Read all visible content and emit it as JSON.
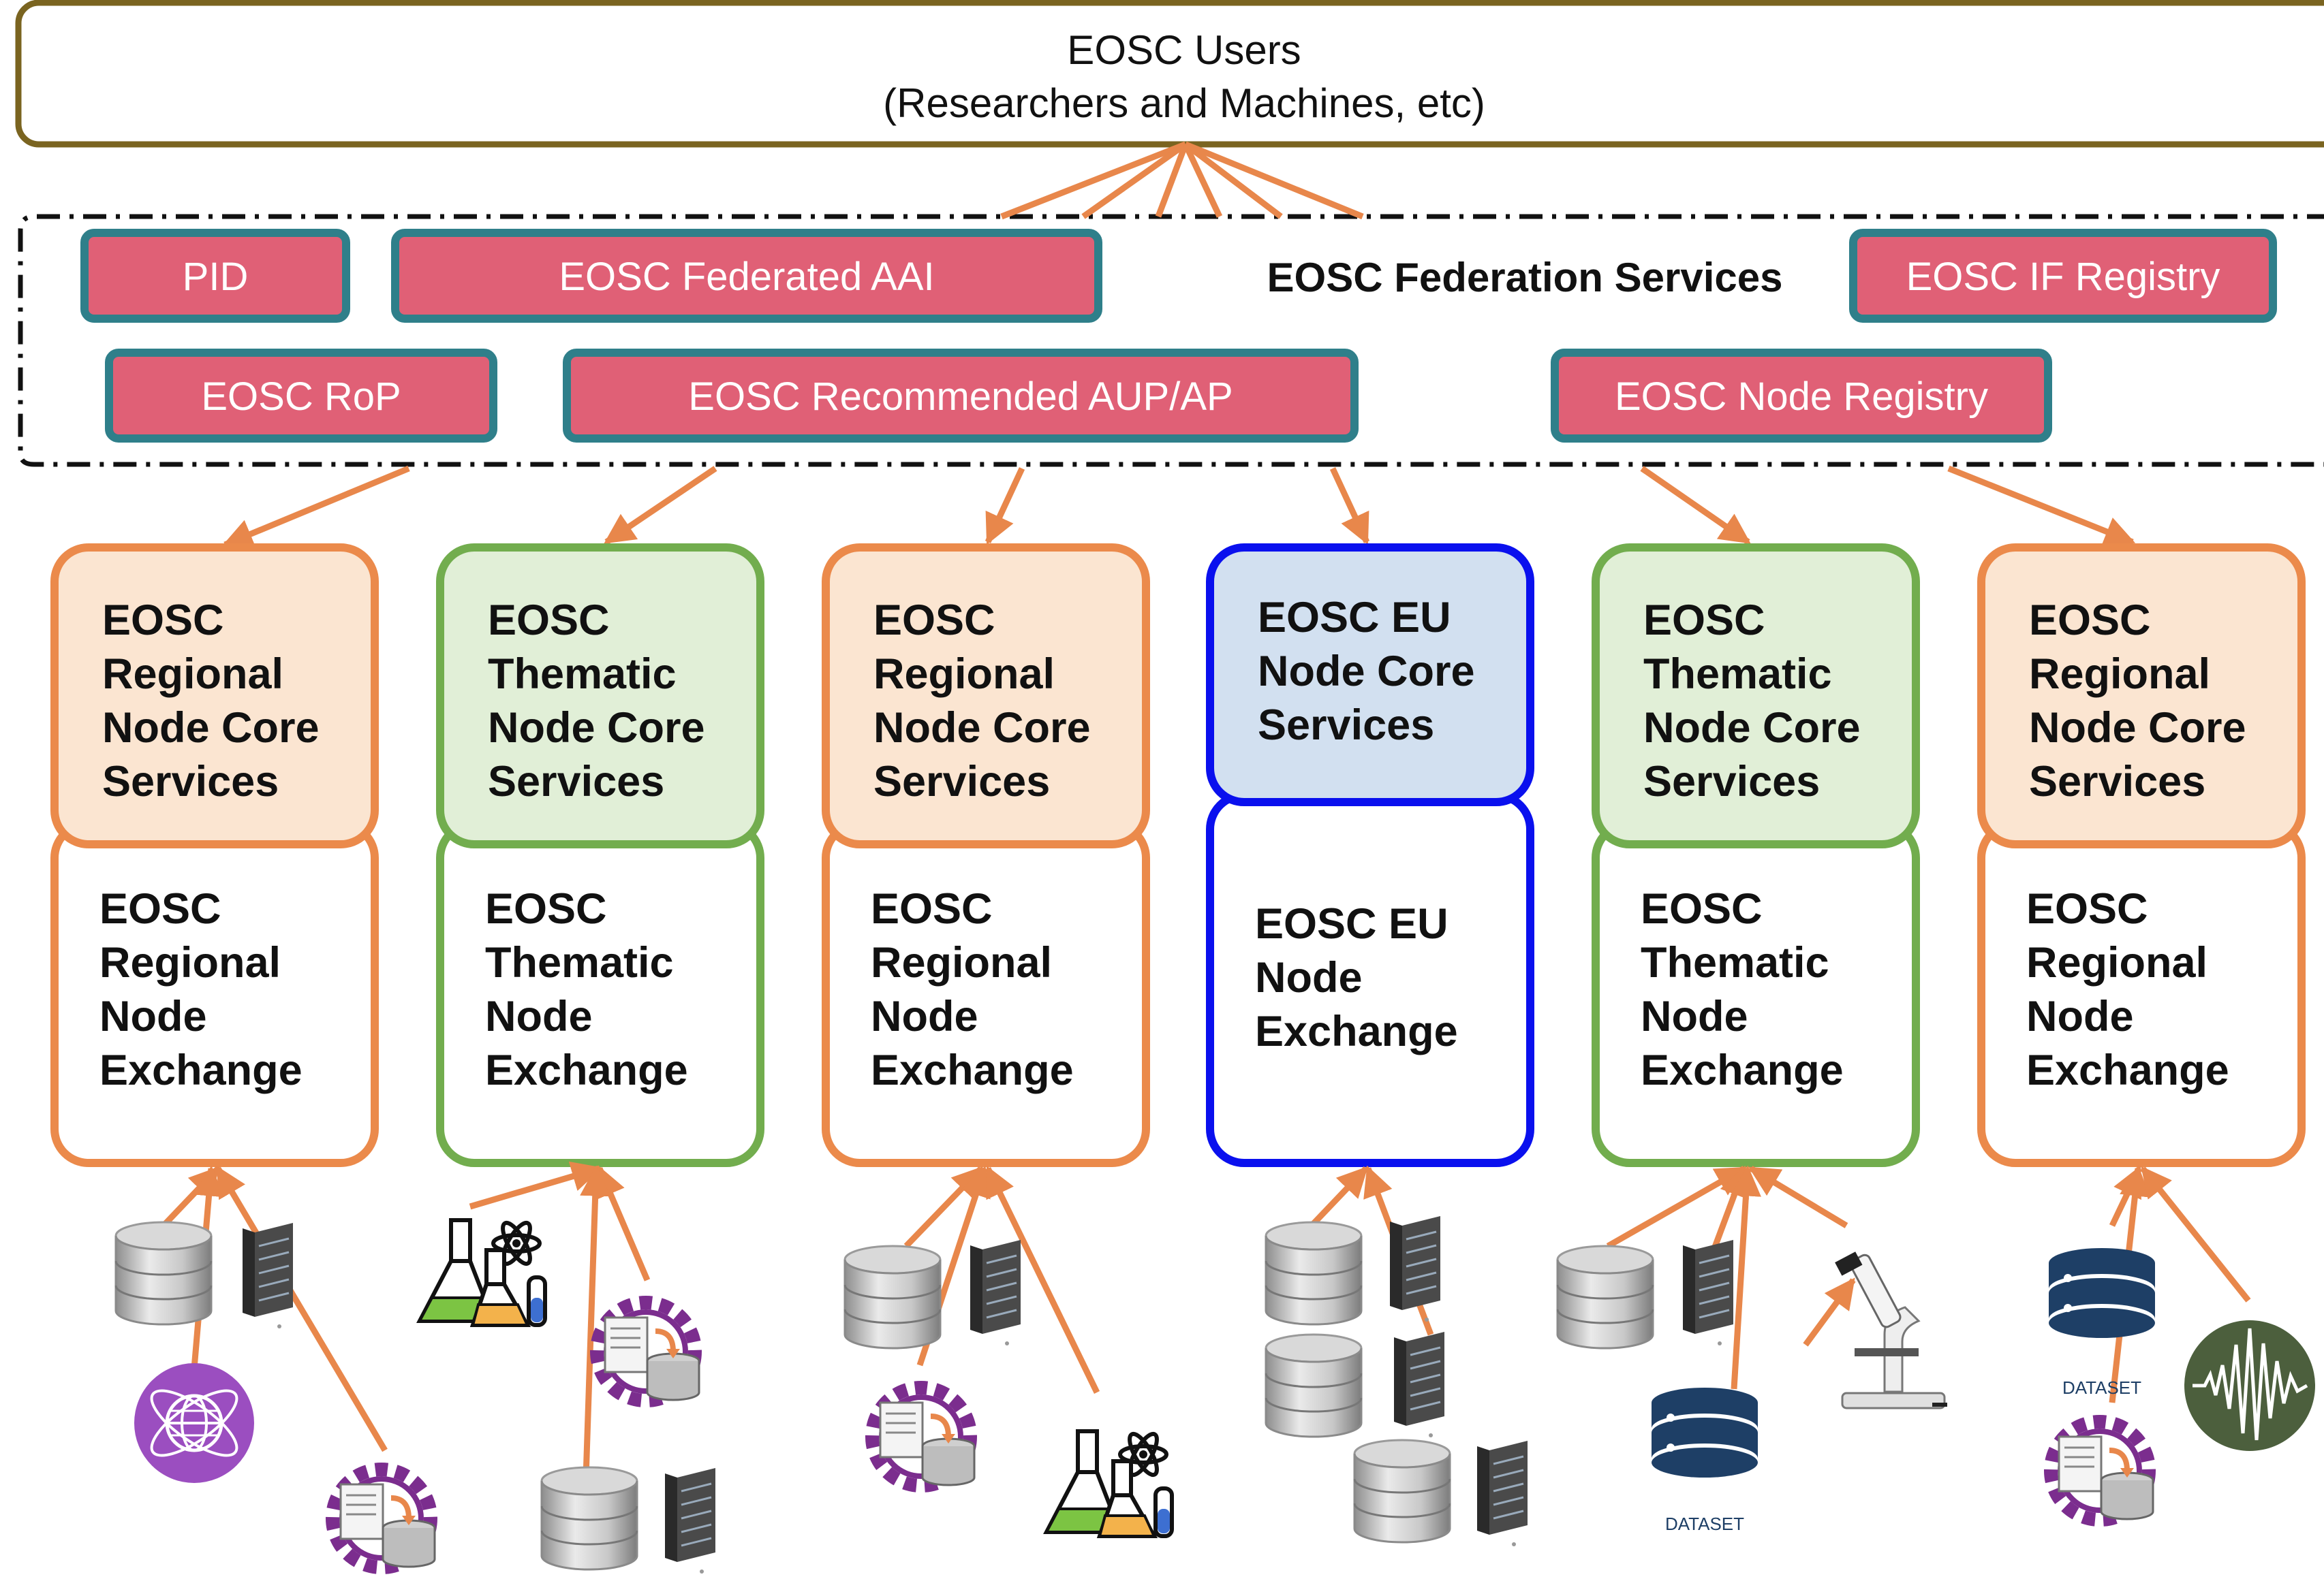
{
  "users": {
    "title": "EOSC Users",
    "subtitle": "(Researchers and Machines, etc)"
  },
  "federation": {
    "title": "EOSC Federation Services",
    "services": {
      "pid": "PID",
      "aai": "EOSC Federated AAI",
      "if_registry": "EOSC IF Registry",
      "rop": "EOSC RoP",
      "aup": "EOSC Recommended AUP/AP",
      "node_registry": "EOSC Node Registry"
    }
  },
  "nodes": [
    {
      "kind": "regional",
      "core": [
        "EOSC",
        "Regional",
        "Node Core",
        "Services"
      ],
      "exchange": [
        "EOSC",
        "Regional",
        "Node",
        "Exchange"
      ]
    },
    {
      "kind": "thematic",
      "core": [
        "EOSC",
        "Thematic",
        "Node Core",
        "Services"
      ],
      "exchange": [
        "EOSC",
        "Thematic",
        "Node",
        "Exchange"
      ]
    },
    {
      "kind": "regional",
      "core": [
        "EOSC",
        "Regional",
        "Node Core",
        "Services"
      ],
      "exchange": [
        "EOSC",
        "Regional",
        "Node",
        "Exchange"
      ]
    },
    {
      "kind": "eu",
      "core": [
        "EOSC EU",
        "Node Core",
        "Services"
      ],
      "exchange": [
        "EOSC EU",
        "Node",
        "Exchange"
      ]
    },
    {
      "kind": "thematic",
      "core": [
        "EOSC",
        "Thematic",
        "Node Core",
        "Services"
      ],
      "exchange": [
        "EOSC",
        "Thematic",
        "Node",
        "Exchange"
      ]
    },
    {
      "kind": "regional",
      "core": [
        "EOSC",
        "Regional",
        "Node Core",
        "Services"
      ],
      "exchange": [
        "EOSC",
        "Regional",
        "Node",
        "Exchange"
      ]
    }
  ],
  "dataset_labels": [
    "DATASET",
    "DATASET"
  ],
  "colors": {
    "arrow": "#e8874b",
    "pill_fill": "#e06076",
    "pill_border": "#2f7f8a",
    "users_border": "#7a6420",
    "regional_border": "#eb8a4b",
    "regional_fill": "#fbe5d1",
    "thematic_border": "#72ad4e",
    "thematic_fill": "#e1efd7",
    "eu_border": "#0a10ee",
    "eu_fill": "#d2e0f0"
  },
  "icons": [
    "database-icon",
    "server-rack-icon",
    "science-lab-icon",
    "data-processing-gear-icon",
    "dataset-icon",
    "microscope-icon",
    "waveform-icon",
    "atom-globe-icon"
  ]
}
